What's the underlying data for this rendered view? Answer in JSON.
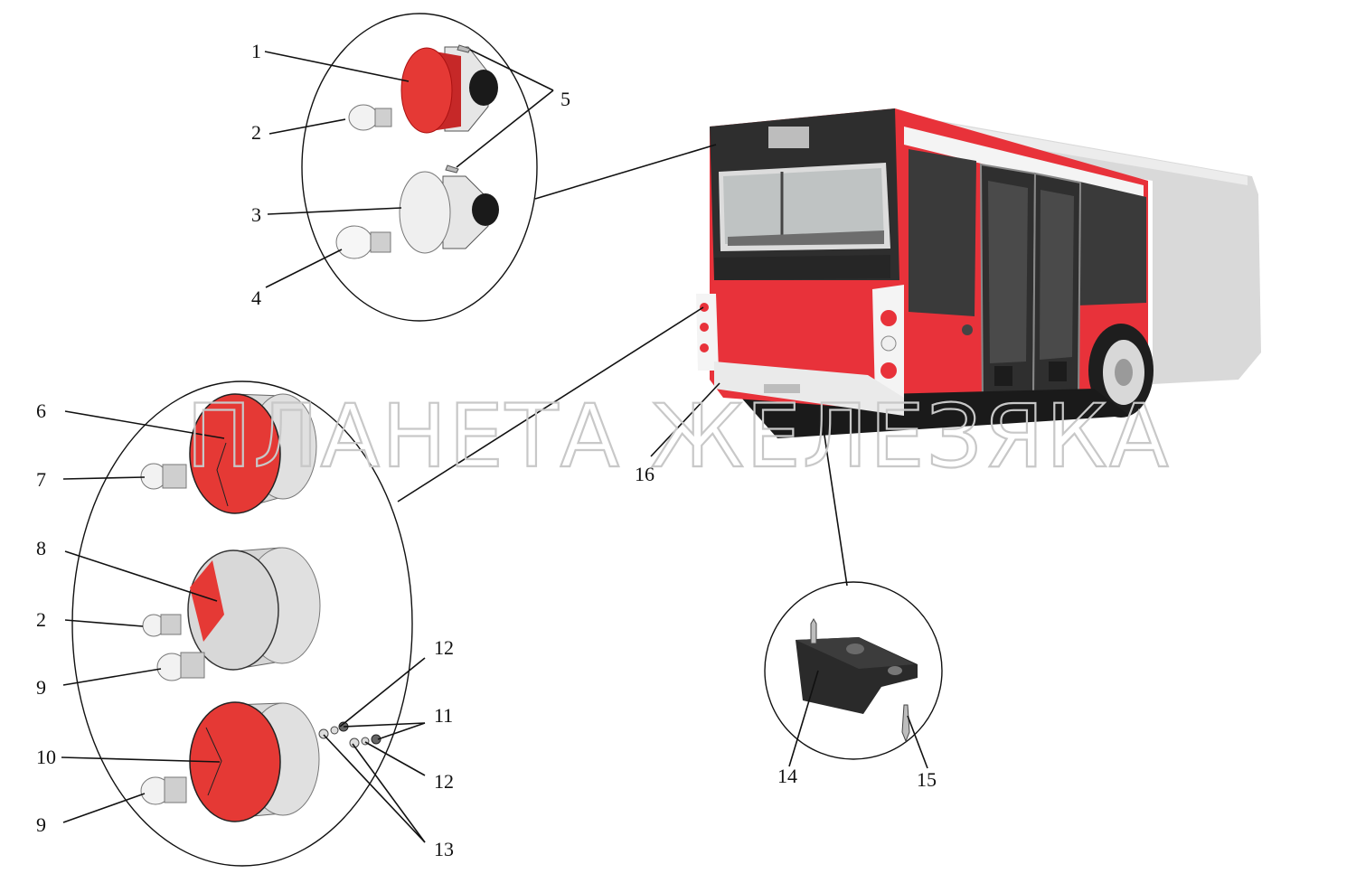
{
  "watermark": "ПЛАНЕТА ЖЕЛЕЗЯКА",
  "callouts": {
    "c1": "1",
    "c2": "2",
    "c3": "3",
    "c4": "4",
    "c5": "5",
    "c6": "6",
    "c7": "7",
    "c8": "8",
    "c2b": "2",
    "c9": "9",
    "c10": "10",
    "c9b": "9",
    "c11": "11",
    "c12": "12",
    "c12b": "12",
    "c13": "13",
    "c14": "14",
    "c15": "15",
    "c16": "16"
  },
  "colors": {
    "bus_red": "#e8323a",
    "lamp_red": "#e53935",
    "lamp_grey": "#d5d5d5",
    "dark_glass": "#3a3a3a",
    "line": "#111111"
  }
}
